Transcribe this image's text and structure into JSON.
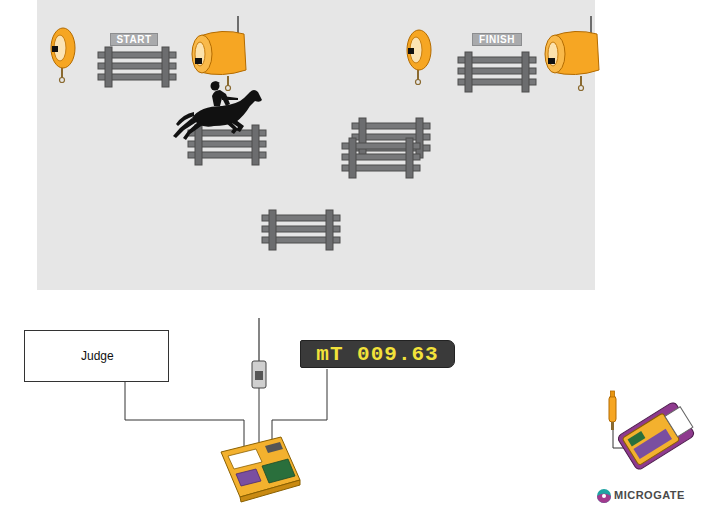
{
  "diagram": {
    "nodes": [
      {
        "text": [
          "START"
        ]
      },
      {
        "text": [
          "FINISH"
        ]
      },
      {
        "text": [
          "Judge"
        ]
      },
      {
        "text": [
          "mT 009.63"
        ]
      }
    ],
    "labels": [
      "MICROGATE"
    ]
  }
}
